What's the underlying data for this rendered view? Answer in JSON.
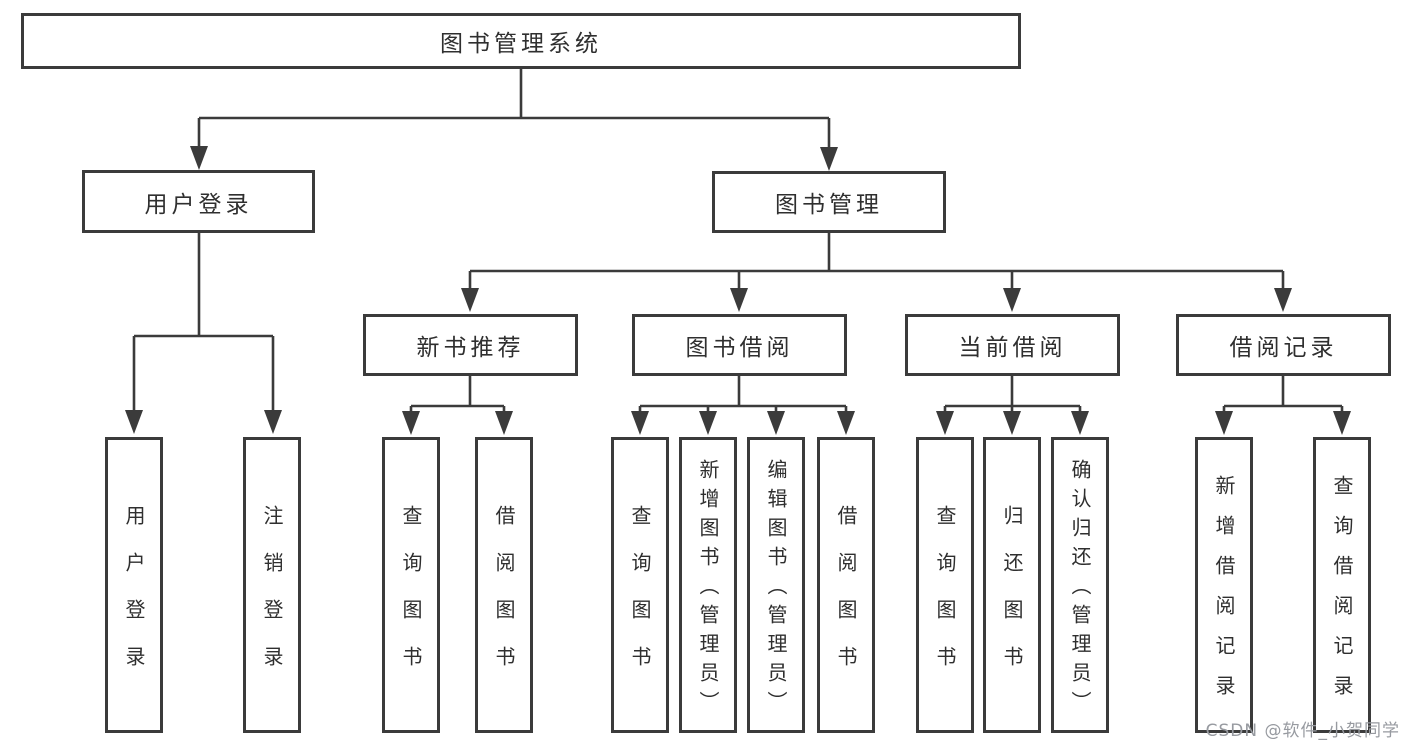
{
  "diagram": {
    "root": {
      "label": "图书管理系统"
    },
    "branches": [
      {
        "label": "用户登录",
        "children": [
          {
            "label": "用户登录"
          },
          {
            "label": "注销登录"
          }
        ]
      },
      {
        "label": "图书管理",
        "children": [
          {
            "label": "新书推荐",
            "children": [
              {
                "label": "查询图书"
              },
              {
                "label": "借阅图书"
              }
            ]
          },
          {
            "label": "图书借阅",
            "children": [
              {
                "label": "查询图书"
              },
              {
                "label": "新增图书（管理员）"
              },
              {
                "label": "编辑图书（管理员）"
              },
              {
                "label": "借阅图书"
              }
            ]
          },
          {
            "label": "当前借阅",
            "children": [
              {
                "label": "查询图书"
              },
              {
                "label": "归还图书"
              },
              {
                "label": "确认归还（管理员）"
              }
            ]
          },
          {
            "label": "借阅记录",
            "children": [
              {
                "label": "新增借阅记录"
              },
              {
                "label": "查询借阅记录"
              }
            ]
          }
        ]
      }
    ]
  },
  "watermark": {
    "text": "CSDN @软件_小贺同学"
  },
  "colors": {
    "line": "#3b3b3b",
    "box_border": "#3b3b3b",
    "text": "#2f2f2f",
    "watermark": "#979aa0",
    "background": "#ffffff"
  }
}
